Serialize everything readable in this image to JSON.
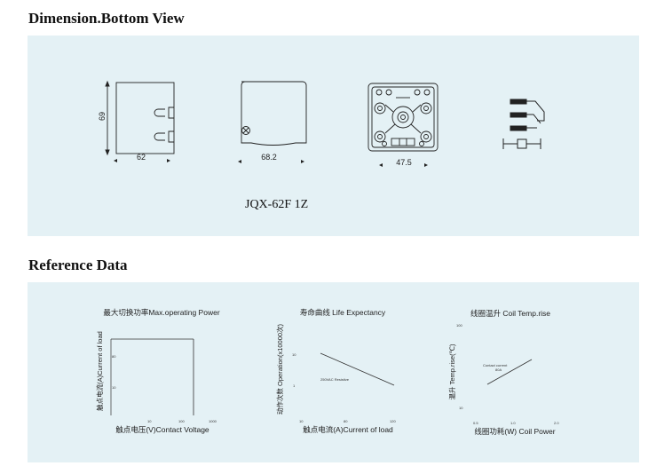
{
  "sections": {
    "dimension_title": "Dimension.Bottom View",
    "reference_title": "Reference Data"
  },
  "dimensions": {
    "height_label": "69",
    "width_label": "62",
    "top_width_label": "68.2",
    "bottom_width_label": "47.5",
    "model": "JQX-62F 1Z"
  },
  "charts": {
    "power": {
      "title": "最大切换功率Max.operating Power",
      "ylabel": "触点电流(A)Current of load",
      "xlabel": "触点电压(V)Contact Voltage",
      "yticks": [
        "80",
        "10"
      ],
      "xticks": [
        "10",
        "100",
        "1000"
      ]
    },
    "life": {
      "title": "寿命曲线 Life  Expectancy",
      "ylabel": "动作次数 Operation(x10000次)",
      "xlabel": "触点电流(A)Current of load",
      "yticks": [
        "10",
        "1"
      ],
      "xticks": [
        "10",
        "80",
        "120"
      ],
      "annotation": "250VAC Resistive"
    },
    "temp": {
      "title": "线圈温升  Coil Temp.rise",
      "ylabel": "温升 Temp.rise(℃)",
      "xlabel": "线圈功耗(W)  Coil Power",
      "yticks": [
        "100",
        "10"
      ],
      "xticks": [
        "0.5",
        "1.0",
        "2.0"
      ],
      "annotation_line1": "Contact current",
      "annotation_line2": "80A"
    }
  }
}
